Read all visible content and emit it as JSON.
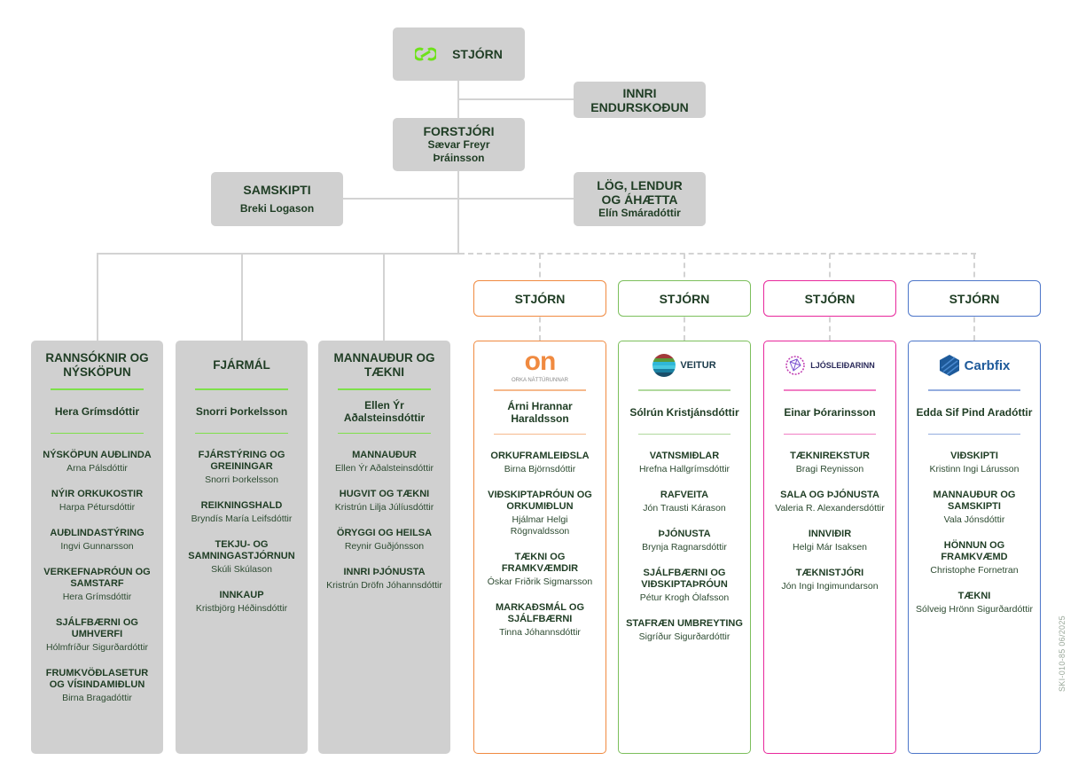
{
  "top": {
    "board": "STJÓRN",
    "internal_audit": "INNRI ENDURSKOÐUN",
    "ceo": {
      "title": "FORSTJÓRI",
      "name": "Sævar Freyr Þráinsson"
    },
    "communications": {
      "title": "SAMSKIPTI",
      "name": "Breki Logason"
    },
    "legal": {
      "title": "LÖG, LENDUR OG ÁHÆTTA",
      "name": "Elín Smáradóttir"
    }
  },
  "colors": {
    "accent_green": "#7ee04a",
    "orange": "#f08a40",
    "green": "#7cbf5c",
    "pink": "#e8289c",
    "blue": "#4d76c9",
    "text": "#1f3d24",
    "box_gray": "#d0d0d0"
  },
  "divisions": [
    {
      "title": "RANNSÓKNIR OG NÝSKÖPUN",
      "lead": "Hera Grímsdóttir",
      "units": [
        {
          "title": "NÝSKÖPUN AUÐLINDA",
          "person": "Arna Pálsdóttir"
        },
        {
          "title": "NÝIR ORKUKOSTIR",
          "person": "Harpa Pétursdóttir"
        },
        {
          "title": "AUÐLINDASTÝRING",
          "person": "Ingvi Gunnarsson"
        },
        {
          "title": "VERKEFNAÞRÓUN OG SAMSTARF",
          "person": "Hera Grímsdóttir"
        },
        {
          "title": "SJÁLFBÆRNI OG UMHVERFI",
          "person": "Hólmfríður Sigurðardóttir"
        },
        {
          "title": "FRUMKVÖÐLASETUR OG VÍSINDAMIÐLUN",
          "person": "Birna Bragadóttir"
        }
      ]
    },
    {
      "title": "FJÁRMÁL",
      "lead": "Snorri Þorkelsson",
      "units": [
        {
          "title": "FJÁRSTÝRING OG GREININGAR",
          "person": "Snorri Þorkelsson"
        },
        {
          "title": "REIKNINGSHALD",
          "person": "Bryndís María Leifsdóttir"
        },
        {
          "title": "TEKJU- OG SAMNINGASTJÓRNUN",
          "person": "Skúli Skúlason"
        },
        {
          "title": "INNKAUP",
          "person": "Kristbjörg Héðinsdóttir"
        }
      ]
    },
    {
      "title": "MANNAUÐUR OG TÆKNI",
      "lead": "Ellen Ýr Aðalsteinsdóttir",
      "units": [
        {
          "title": "MANNAUÐUR",
          "person": "Ellen Ýr Aðalsteinsdóttir"
        },
        {
          "title": "HUGVIT OG TÆKNI",
          "person": "Kristrún Lilja Júlíusdóttir"
        },
        {
          "title": "ÖRYGGI OG HEILSA",
          "person": "Reynir Guðjónsson"
        },
        {
          "title": "INNRI ÞJÓNUSTA",
          "person": "Kristrún Dröfn Jóhannsdóttir"
        }
      ]
    }
  ],
  "subsidiaries": [
    {
      "board": "STJÓRN",
      "logo": "on",
      "logo_text": "on",
      "logo_sub": "ORKA NÁTTÚRUNNAR",
      "color": "#f08a40",
      "lead": "Árni Hrannar Haraldsson",
      "units": [
        {
          "title": "ORKUFRAMLEIÐSLA",
          "person": "Birna Björnsdóttir"
        },
        {
          "title": "VIÐSKIPTAÞRÓUN OG ORKUMIÐLUN",
          "person": "Hjálmar Helgi Rögnvaldsson"
        },
        {
          "title": "TÆKNI OG FRAMKVÆMDIR",
          "person": "Óskar Friðrik Sigmarsson"
        },
        {
          "title": "MARKAÐSMÁL OG SJÁLFBÆRNI",
          "person": "Tinna Jóhannsdóttir"
        }
      ]
    },
    {
      "board": "STJÓRN",
      "logo": "veitur",
      "logo_text": "VEITUR",
      "color": "#7cbf5c",
      "lead": "Sólrún Kristjánsdóttir",
      "units": [
        {
          "title": "VATNSMIÐLAR",
          "person": "Hrefna Hallgrímsdóttir"
        },
        {
          "title": "RAFVEITA",
          "person": "Jón Trausti Kárason"
        },
        {
          "title": "ÞJÓNUSTA",
          "person": "Brynja Ragnarsdóttir"
        },
        {
          "title": "SJÁLFBÆRNI OG VIÐSKIPTAÞRÓUN",
          "person": "Pétur Krogh Ólafsson"
        },
        {
          "title": "STAFRÆN UMBREYTING",
          "person": "Sigríður Sigurðardóttir"
        }
      ]
    },
    {
      "board": "STJÓRN",
      "logo": "ljosleidarinn",
      "logo_text": "LJÓSLEIÐARINN",
      "color": "#e8289c",
      "lead": "Einar Þórarinsson",
      "units": [
        {
          "title": "TÆKNIREKSTUR",
          "person": "Bragi Reynisson"
        },
        {
          "title": "SALA OG ÞJÓNUSTA",
          "person": "Valeria R. Alexandersdóttir"
        },
        {
          "title": "INNVIÐIR",
          "person": "Helgi Már Isaksen"
        },
        {
          "title": "TÆKNISTJÓRI",
          "person": "Jón Ingi Ingimundarson"
        }
      ]
    },
    {
      "board": "STJÓRN",
      "logo": "carbfix",
      "logo_text": "Carbfix",
      "color": "#4d76c9",
      "lead": "Edda Sif Pind Aradóttir",
      "units": [
        {
          "title": "VIÐSKIPTI",
          "person": "Kristinn Ingi Lárusson"
        },
        {
          "title": "MANNAUÐUR OG SAMSKIPTI",
          "person": "Vala Jónsdóttir"
        },
        {
          "title": "HÖNNUN OG FRAMKVÆMD",
          "person": "Christophe Fornetran"
        },
        {
          "title": "TÆKNI",
          "person": "Sólveig Hrönn Sigurðardóttir"
        }
      ]
    }
  ],
  "footer": {
    "code": "SKI-010-85   06/2025"
  }
}
